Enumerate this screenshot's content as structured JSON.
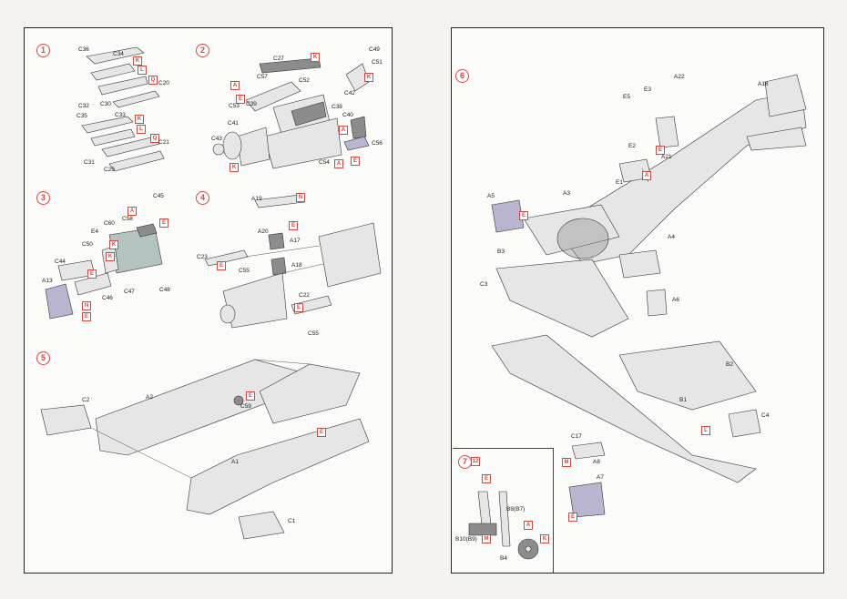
{
  "accent_color": "#d9463f",
  "pages": {
    "left": {
      "steps": [
        {
          "number": "1",
          "labels": [
            "C36",
            "C34",
            "K",
            "L",
            "C30",
            "C32",
            "Q",
            "C20",
            "C35",
            "C33",
            "K",
            "L",
            "Q",
            "C31",
            "C29",
            "C21"
          ]
        },
        {
          "number": "2",
          "labels": [
            "C27",
            "K",
            "C49",
            "C51",
            "K",
            "A",
            "C57",
            "C52",
            "C42",
            "E",
            "C53",
            "C39",
            "C38",
            "C41",
            "C40",
            "A",
            "C43",
            "C56",
            "K",
            "C54",
            "A",
            "E"
          ]
        },
        {
          "number": "3",
          "labels": [
            "C45",
            "A",
            "C58",
            "C60",
            "E",
            "E4",
            "K",
            "C50",
            "K",
            "C44",
            "E",
            "A13",
            "C46",
            "C47",
            "C48",
            "N",
            "E"
          ]
        },
        {
          "number": "4",
          "labels": [
            "A19",
            "N",
            "E",
            "A20",
            "A17",
            "C23",
            "E",
            "C55",
            "A18",
            "C22",
            "E",
            "C55"
          ]
        },
        {
          "number": "5",
          "labels": [
            "C2",
            "A2",
            "E",
            "C59",
            "E",
            "A1",
            "C1"
          ]
        }
      ]
    },
    "right": {
      "steps": [
        {
          "number": "6",
          "labels": [
            "E5",
            "E3",
            "A22",
            "A16",
            "E2",
            "E",
            "A21",
            "E1",
            "A",
            "A5",
            "E",
            "A3",
            "A4",
            "B3",
            "C3",
            "A6",
            "B2",
            "B1",
            "L",
            "C4",
            "C17",
            "M",
            "A8",
            "A7",
            "E"
          ]
        },
        {
          "number": "7",
          "labels": [
            "12",
            "E",
            "B8(B7)",
            "A",
            "K",
            "B10(B9)",
            "M",
            "B4"
          ]
        }
      ]
    }
  }
}
